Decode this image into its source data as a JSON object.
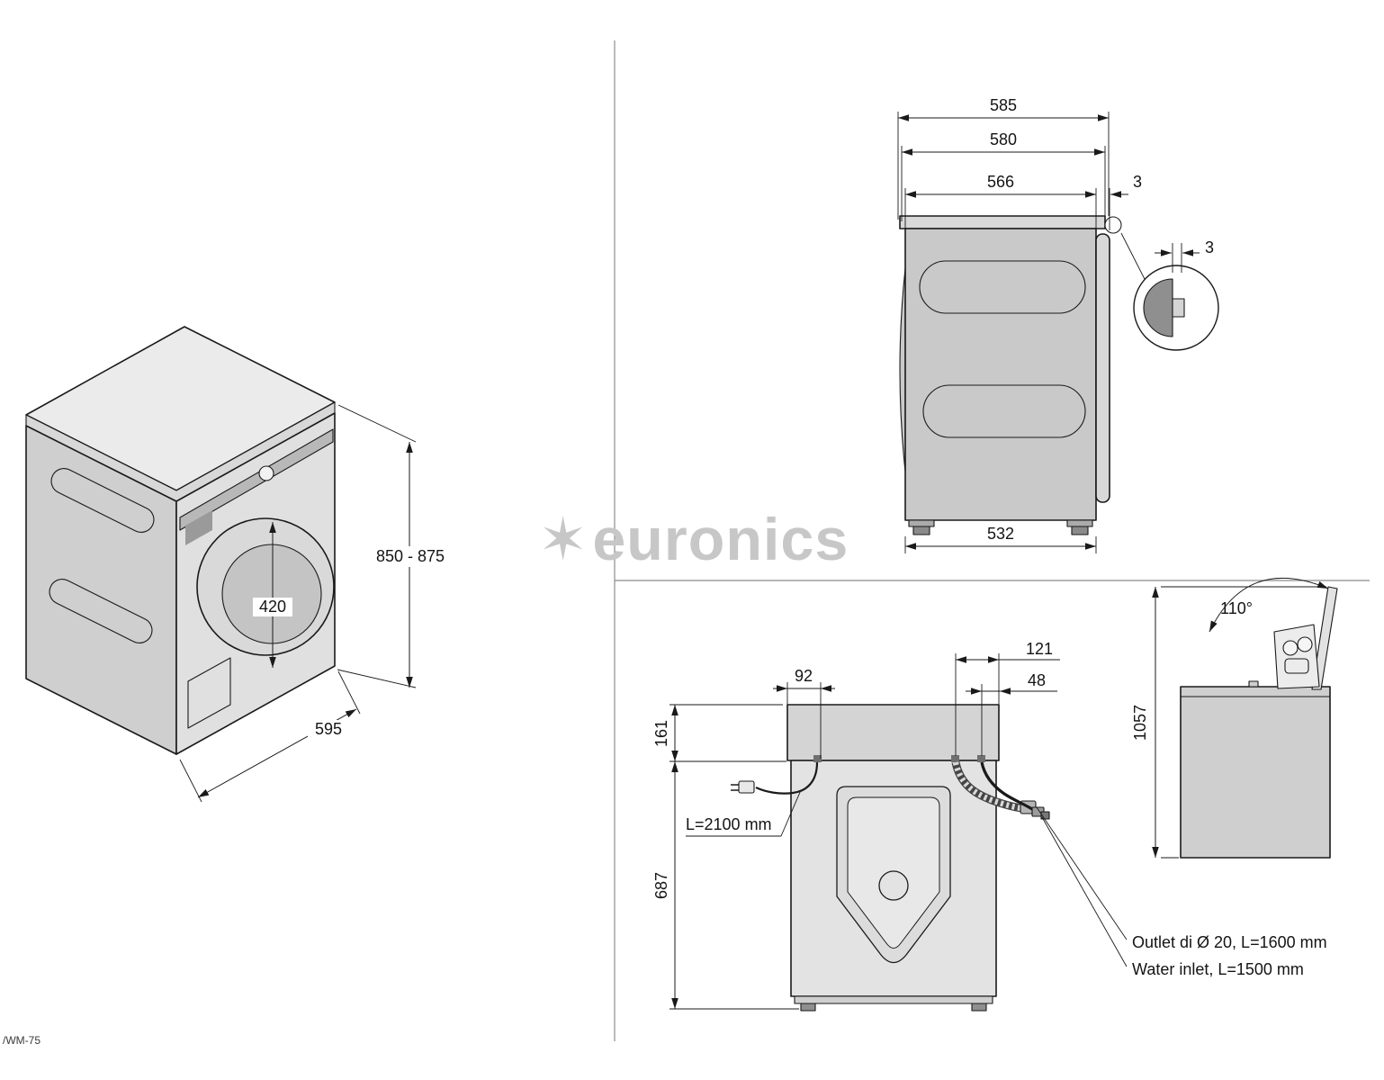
{
  "colors": {
    "line": "#1a1a1a",
    "watermark": "#c7c7c7"
  },
  "watermark": {
    "star": "✶",
    "brand": "euronics"
  },
  "footer": {
    "code": "/WM-75"
  },
  "iso_view": {
    "height_range": "850 - 875",
    "door_diameter": "420",
    "depth": "595"
  },
  "side_view": {
    "overall_depth": "585",
    "top_depth": "580",
    "body_depth": "566",
    "door_protrusion": "3",
    "detail_gap": "3",
    "base_depth": "532"
  },
  "rear_view": {
    "cord_offset": "92",
    "drain_offset": "121",
    "inlet_offset": "48",
    "top_section_height": "161",
    "lower_section_height": "687",
    "cord_length": "L=2100 mm",
    "outlet_label": "Outlet di Ø 20, L=1600 mm",
    "inlet_label": "Water inlet, L=1500 mm"
  },
  "lid_view": {
    "opening_angle": "110°",
    "overall_height": "1057"
  }
}
